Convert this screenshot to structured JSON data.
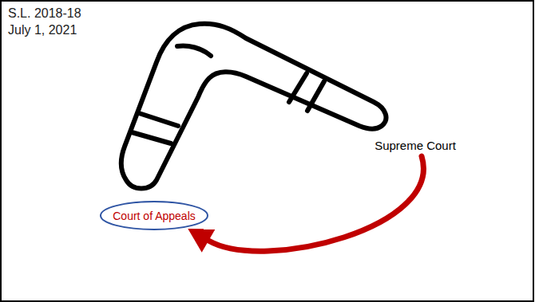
{
  "diagram": {
    "nodes": [
      {
        "text": [
          "Supreme Court"
        ]
      },
      {
        "text": [
          "Court of Appeals"
        ]
      }
    ],
    "edges": [
      {
        "from": 0,
        "to": 1,
        "arrow": "to"
      }
    ],
    "labels": [
      "S.L. 2018-18",
      "July 1, 2021"
    ]
  }
}
